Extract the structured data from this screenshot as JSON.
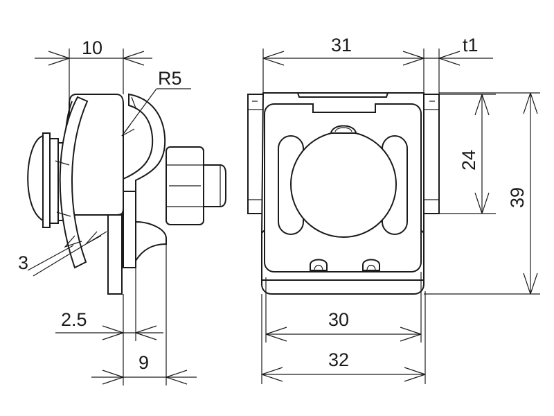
{
  "dimensions": {
    "side_width": "10",
    "radius": "R5",
    "thickness_3": "3",
    "thickness_2_5": "2.5",
    "depth_9": "9",
    "front_width_31": "31",
    "front_t1": "t1",
    "front_height_24": "24",
    "front_height_39": "39",
    "front_width_30": "30",
    "front_width_32": "32"
  }
}
